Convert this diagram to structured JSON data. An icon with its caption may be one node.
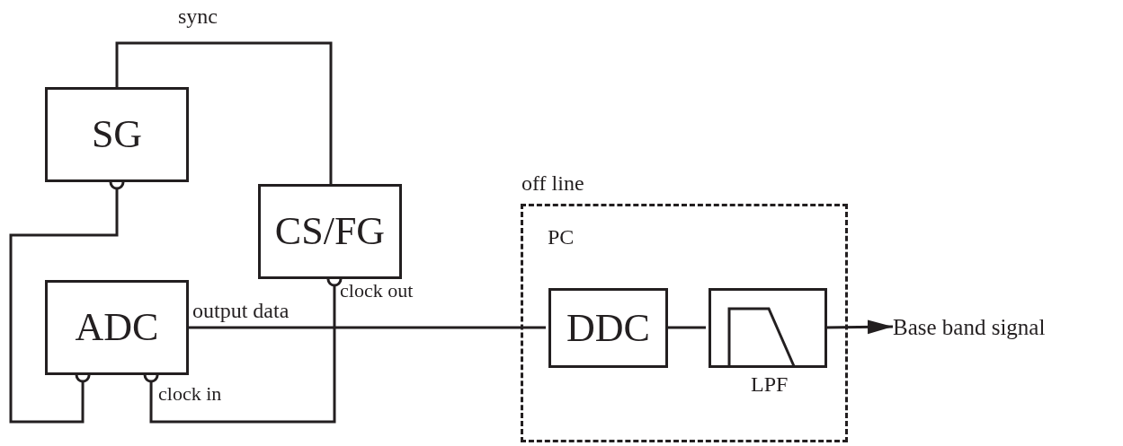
{
  "diagram": {
    "nodes": [
      {
        "text": [
          "SG"
        ]
      },
      {
        "text": [
          "CS/FG"
        ]
      },
      {
        "text": [
          "ADC"
        ]
      },
      {
        "text": [
          "off line",
          "PC"
        ]
      },
      {
        "text": [
          "DDC"
        ],
        "in": 3
      },
      {
        "text": [
          "LPF"
        ],
        "in": 3
      },
      {
        "text": [
          "Base band signal"
        ]
      }
    ],
    "edges": [
      {
        "from": 0,
        "to": 1,
        "arrow": "none",
        "label": "sync"
      },
      {
        "from": 0,
        "to": 2,
        "arrow": "other"
      },
      {
        "from": 1,
        "to": 2,
        "arrow": "other"
      },
      {
        "from": 2,
        "to": 4,
        "arrow": "none",
        "label": "output data"
      },
      {
        "from": 4,
        "to": 5,
        "arrow": "none"
      },
      {
        "from": 5,
        "to": 6,
        "arrow": "to"
      }
    ],
    "labels": [
      "clock out",
      "clock in"
    ]
  }
}
